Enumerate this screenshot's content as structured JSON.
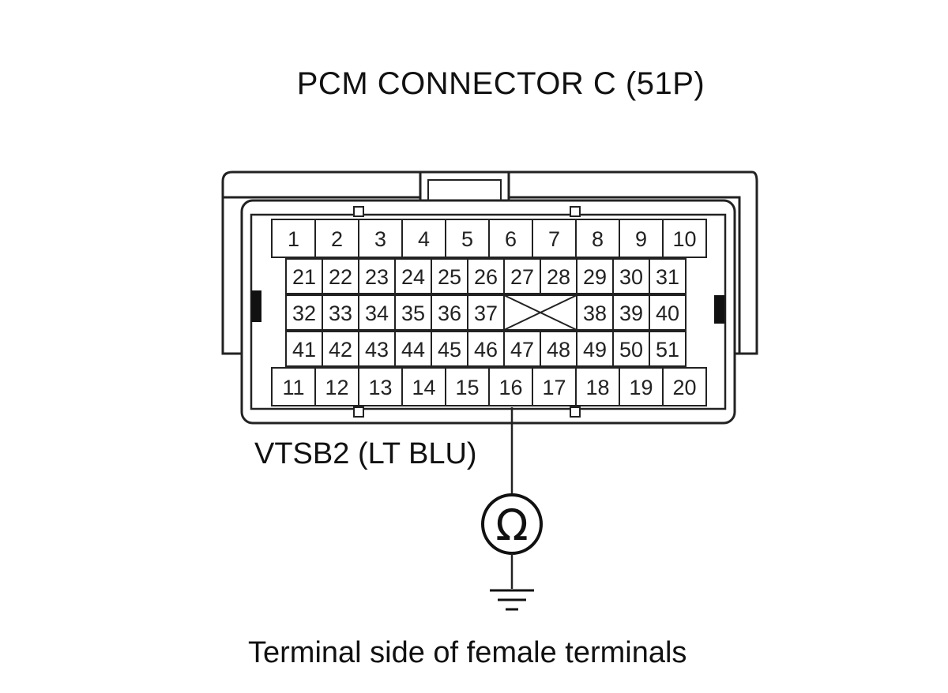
{
  "title": "PCM CONNECTOR C (51P)",
  "wire_label": "VTSB2 (LT BLU)",
  "caption": "Terminal side of female terminals",
  "meter_symbol": "Ω",
  "meter_icon": "ohmmeter-icon",
  "ground_icon": "ground-icon",
  "probe_terminal": "16",
  "rows": [
    [
      "1",
      "2",
      "3",
      "4",
      "5",
      "6",
      "7",
      "8",
      "9",
      "10"
    ],
    [
      "21",
      "22",
      "23",
      "24",
      "25",
      "26",
      "27",
      "28",
      "29",
      "30",
      "31"
    ],
    [
      "32",
      "33",
      "34",
      "35",
      "36",
      "37",
      "",
      "38",
      "39",
      "40"
    ],
    [
      "41",
      "42",
      "43",
      "44",
      "45",
      "46",
      "47",
      "48",
      "49",
      "50",
      "51"
    ],
    [
      "11",
      "12",
      "13",
      "14",
      "15",
      "16",
      "17",
      "18",
      "19",
      "20"
    ]
  ],
  "colors": {
    "line": "#222222",
    "cell_fill": "#ffffff"
  }
}
